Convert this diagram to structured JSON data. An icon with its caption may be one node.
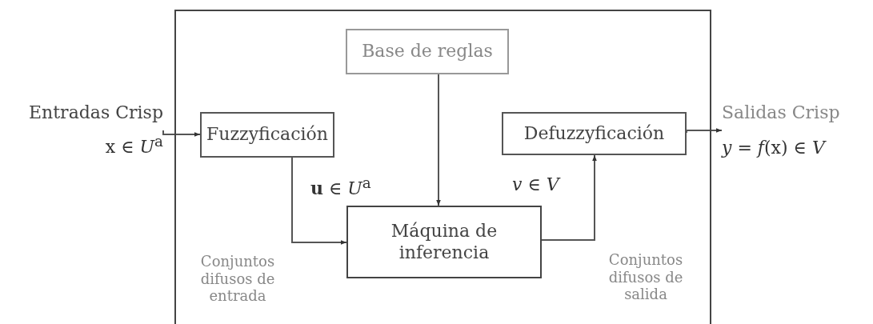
{
  "diagram": {
    "nodes": [
      {
        "text": [],
        "shape": "box"
      },
      {
        "text": [
          "Base de reglas"
        ],
        "in": 0
      },
      {
        "text": [
          "Fuzzyficación"
        ],
        "in": 0
      },
      {
        "text": [
          "Defuzzyficación"
        ],
        "in": 0
      },
      {
        "text": [
          "Máquina de inferencia"
        ],
        "in": 0
      },
      {
        "text": [
          "Entradas Crisp",
          "x ∈ *U*$^{a}$"
        ]
      },
      {
        "text": [
          "Salidas Crisp",
          "*y* = *f*(x) ∈ *V*"
        ]
      }
    ],
    "edges": [
      {
        "from": 5,
        "to": 2,
        "arrow": "to"
      },
      {
        "from": 2,
        "to": 4,
        "arrow": "to"
      },
      {
        "from": 1,
        "to": 4,
        "arrow": "to"
      },
      {
        "from": 4,
        "to": 3,
        "arrow": "to"
      },
      {
        "from": 3,
        "to": 6,
        "arrow": "to"
      }
    ],
    "labels": [
      "**u** ∈ *U*$^{a}$",
      "*v* ∈ *V*",
      "Conjuntos difusos de entrada",
      "Conjuntos difusos de salida"
    ]
  }
}
